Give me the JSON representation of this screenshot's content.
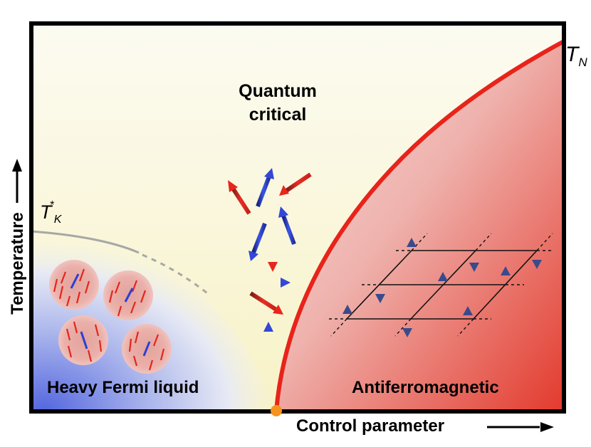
{
  "labels": {
    "quantum_critical_line1": "Quantum",
    "quantum_critical_line2": "critical",
    "heavy_fermi_liquid": "Heavy Fermi liquid",
    "antiferromagnetic": "Antiferromagnetic",
    "control_parameter": "Control parameter",
    "temperature": "Temperature",
    "tn_main": "T",
    "tn_sub": "N",
    "tk_main": "T",
    "tk_sub": "K",
    "tk_sup": "*"
  },
  "colors": {
    "frame": "#000000",
    "afm_boundary": "#e8231a",
    "afm_fill_light": "#f6d6d3",
    "afm_fill_dark": "#e53a2e",
    "fermi_liquid_blue": "#5b6fe0",
    "quantum_critical_yellow": "#fbf7d6",
    "crossover_line": "#aaaaaa",
    "critical_point": "#f5931e",
    "spin_red": "#e8261c",
    "spin_blue": "#2b3fd6"
  },
  "icons": {
    "temperature_axis_arrow": "arrow-up-icon",
    "control_axis_arrow": "arrow-right-icon",
    "critical_point": "quantum-critical-point-dot"
  }
}
